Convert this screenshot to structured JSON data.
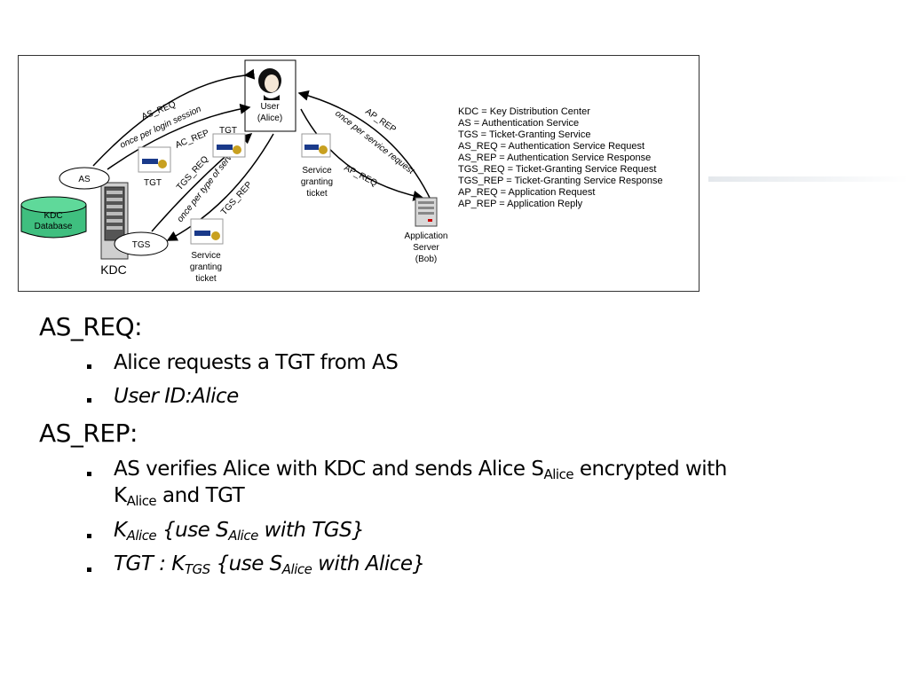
{
  "diagram": {
    "user_label": [
      "User",
      "(Alice)"
    ],
    "as_label": "AS",
    "tgs_label": "TGS",
    "kdc_label": "KDC",
    "kdc_db_label": [
      "KDC",
      "Database"
    ],
    "tgt_label_1": "TGT",
    "tgt_label_2": "TGT",
    "sgt_label_1": [
      "Service",
      "granting",
      "ticket"
    ],
    "sgt_label_2": [
      "Service",
      "granting",
      "ticket"
    ],
    "app_server_label": [
      "Application",
      "Server",
      "(Bob)"
    ],
    "arrow_as_req": "AS_REQ",
    "arrow_once_login": "once per login session",
    "arrow_as_rep": "AC_REP",
    "arrow_tgs_req": "TGS_REQ",
    "arrow_once_type": "once per type of service",
    "arrow_tgs_rep": "TGS_REP",
    "arrow_ap_rep": "AP_REP",
    "arrow_once_session": "once per service request",
    "arrow_ap_req": "AP_REQ",
    "legend": [
      "KDC = Key Distribution Center",
      "AS = Authentication Service",
      "TGS = Ticket-Granting Service",
      "AS_REQ = Authentication Service Request",
      "AS_REP = Authentication Service Response",
      "TGS_REQ = Ticket-Granting Service Request",
      "TGS_REP = Ticket-Granting Service Response",
      "AP_REQ = Application Request",
      "AP_REP = Application Reply"
    ],
    "colors": {
      "db_fill": "#3fbf7f",
      "ticket_blue": "#1a3a8a",
      "seal_gold": "#c8a020"
    }
  },
  "notes": {
    "heading_1": "AS_REQ:",
    "bullet_1": "Alice requests a TGT from AS",
    "bullet_2": "User ID:Alice",
    "heading_2": "AS_REP:",
    "bullet_3": {
      "pre": "AS verifies Alice with KDC and sends Alice S",
      "sub1": "Alice",
      "mid": " encrypted with",
      "line2_pre": "K",
      "sub2": "Alice",
      "line2_post": " and TGT"
    },
    "bullet_4": {
      "k": "K",
      "k_sub": "Alice",
      "text1": " {use S",
      "s_sub": "Alice",
      "text2": " with TGS}"
    },
    "bullet_5": {
      "pre": "TGT : K",
      "k_sub": "TGS",
      "text1": " {use S",
      "s_sub": "Alice",
      "text2": " with Alice}"
    }
  }
}
